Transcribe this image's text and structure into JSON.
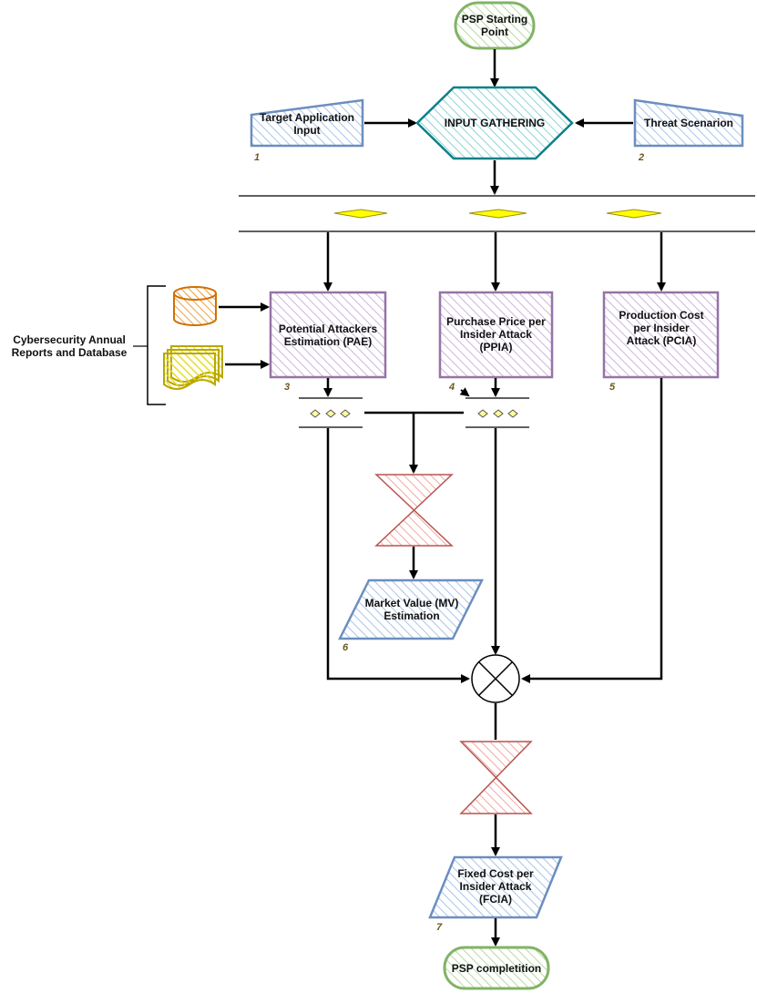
{
  "colors": {
    "green_stroke": "#82b366",
    "green_hatch": "#b7d9a0",
    "teal_stroke": "#0e8088",
    "teal_hatch": "#8fd3d6",
    "blue_stroke": "#6c8ebf",
    "blue_hatch": "#a9c4ea",
    "purple_stroke": "#9673a6",
    "purple_hatch": "#cdb4dc",
    "red_stroke": "#b85450",
    "red_hatch": "#f2a8a5",
    "orange_stroke": "#d07000",
    "orange_hatch": "#f0a040",
    "yellow_stroke": "#b8a800",
    "yellow_hatch": "#e8de30",
    "diamond_fill": "#ffff00",
    "arrow": "#000000"
  },
  "nodes": {
    "start": {
      "label": "PSP Starting Point"
    },
    "target_input": {
      "label": "Target Application Input",
      "number": "1"
    },
    "input_gathering": {
      "label": "INPUT GATHERING"
    },
    "threat_scenario": {
      "label": "Threat Scenarion",
      "number": "2"
    },
    "pae": {
      "label": "Potential Attackers Estimation (PAE)",
      "number": "3"
    },
    "ppia": {
      "label": "Purchase Price per Insider Attack (PPIA)",
      "number": "4"
    },
    "pcia": {
      "label": "Production Cost per Insider Attack (PCIA)",
      "number": "5"
    },
    "mv": {
      "label": "Market Value (MV) Estimation",
      "number": "6"
    },
    "fcia": {
      "label": "Fixed Cost per Insider Attack (FCIA)",
      "number": "7"
    },
    "end": {
      "label": "PSP completition"
    },
    "sources": {
      "label": "Cybersecurity Annual Reports and Database"
    }
  },
  "icons": [
    "database-icon",
    "documents-icon",
    "merge-icon",
    "collate-icon",
    "parallel-gateway-icon"
  ]
}
